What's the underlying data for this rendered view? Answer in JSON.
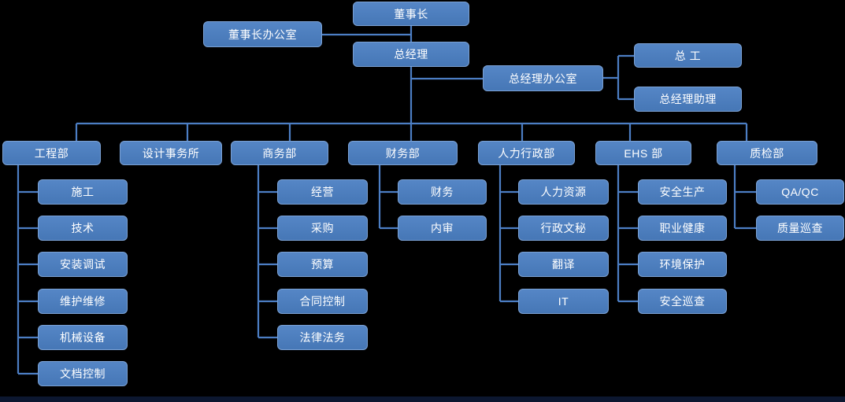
{
  "theme": {
    "background": "#000000",
    "node_fill_top": "#5586c6",
    "node_fill_bottom": "#4677b6",
    "node_border": "#7ba1d4",
    "connector_color": "#4c7ec4",
    "text_color": "#ffffff",
    "bottom_strip_color": "#0c1730"
  },
  "org_chart": {
    "chairman": "董事长",
    "chairman_office": "董事长办公室",
    "general_manager": "总经理",
    "gm_office": "总经理办公室",
    "chief_engineer": "总 工",
    "gm_assistant": "总经理助理",
    "departments": [
      {
        "label": "工程部",
        "children": [
          "施工",
          "技术",
          "安装调试",
          "维护维修",
          "机械设备",
          "文档控制"
        ]
      },
      {
        "label": "设计事务所",
        "children": []
      },
      {
        "label": "商务部",
        "children": [
          "经营",
          "采购",
          "预算",
          "合同控制",
          "法律法务"
        ]
      },
      {
        "label": "财务部",
        "children": [
          "财务",
          "内审"
        ]
      },
      {
        "label": "人力行政部",
        "children": [
          "人力资源",
          "行政文秘",
          "翻译",
          "IT"
        ]
      },
      {
        "label": "EHS 部",
        "children": [
          "安全生产",
          "职业健康",
          "环境保护",
          "安全巡查"
        ]
      },
      {
        "label": "质检部",
        "children": [
          "QA/QC",
          "质量巡查"
        ]
      }
    ]
  }
}
